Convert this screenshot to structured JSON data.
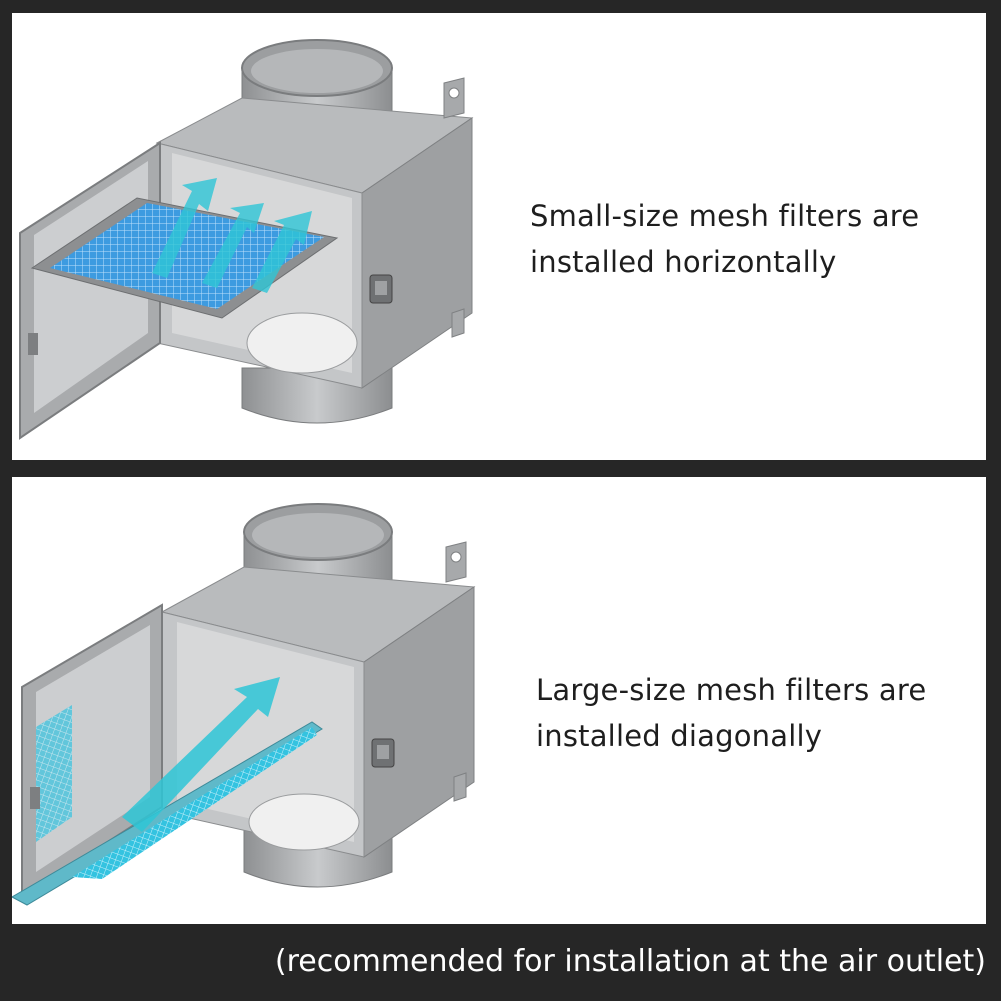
{
  "panels": [
    {
      "caption_line1": "Small-size mesh filters are",
      "caption_line2": "installed horizontally",
      "illustration_icon": "duct-filter-box-horizontal-icon"
    },
    {
      "caption_line1": "Large-size mesh filters are",
      "caption_line2": "installed diagonally",
      "illustration_icon": "duct-filter-box-diagonal-icon"
    }
  ],
  "footer_note": "(recommended for installation at the air outlet)",
  "colors": {
    "background": "#262626",
    "panel": "#ffffff",
    "metal": "#a4a6a8",
    "mesh": "#3d9be0",
    "arrow": "#2ec6d6"
  }
}
